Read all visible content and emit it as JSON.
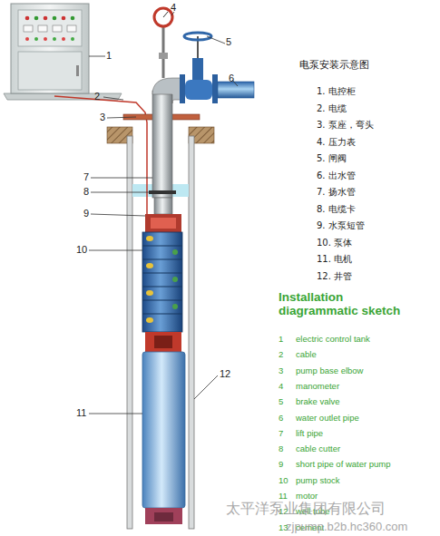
{
  "diagram": {
    "title": "电泵安装示意图",
    "labels": [
      "4",
      "5",
      "1",
      "6",
      "2",
      "3",
      "7",
      "8",
      "9",
      "10",
      "12",
      "11",
      "1. 电控柜",
      "2. 电缆",
      "3. 泵座，弯头",
      "4. 压力表",
      "5. 闸阀",
      "6. 出水管",
      "7. 扬水管",
      "8. 电缆卡",
      "9. 水泵短管",
      "10. 泵体",
      "11. 电机",
      "12. 井管",
      "Installation diagrammatic sketch",
      "1",
      "electric control tank",
      "2",
      "cable",
      "3",
      "pump base elbow",
      "4",
      "manometer",
      "5",
      "brake valve",
      "6",
      "water outlet pipe",
      "7",
      "lift pipe",
      "8",
      "cable cutter",
      "9",
      "short pipe of water pump",
      "10",
      "pump stock",
      "11",
      "motor",
      "12",
      "well tube",
      "13",
      "cement",
      "太平洋泵业集团有限公司",
      "zjpump.b2b.hc360.com"
    ]
  }
}
